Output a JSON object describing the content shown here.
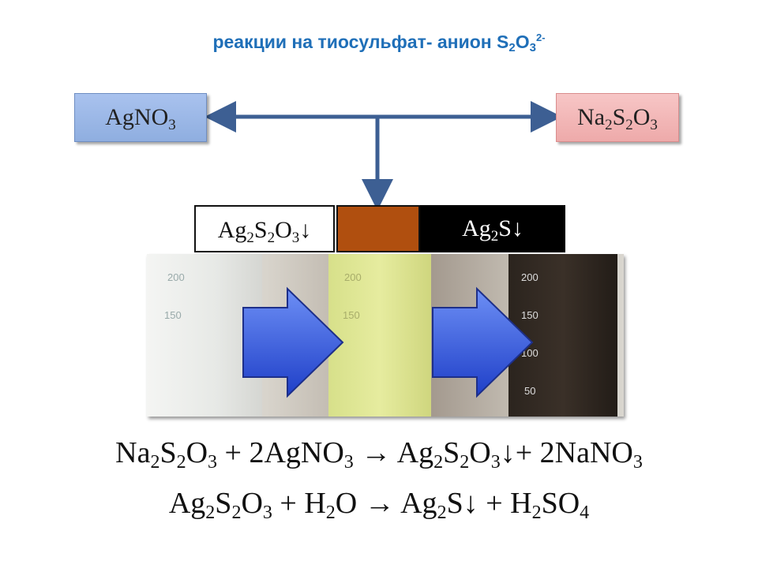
{
  "title": {
    "text": "реакции на тиосульфат- анион S",
    "sub1": "2",
    "o": "O",
    "sub2": "3",
    "sup": "2-"
  },
  "reagents": {
    "left": {
      "a": "AgNO",
      "s1": "3"
    },
    "right": {
      "a": "Na",
      "s1": "2",
      "b": "S",
      "s2": "2",
      "c": "O",
      "s3": "3"
    }
  },
  "products": {
    "p1": {
      "a": "Ag",
      "s1": "2",
      "b": "S",
      "s2": "2",
      "c": "O",
      "s3": "3",
      "d": "↓"
    },
    "p3": {
      "a": "Ag",
      "s1": "2",
      "b": "S↓"
    }
  },
  "beaker_marks": {
    "b1": [
      "200",
      "150"
    ],
    "b2": [
      "200",
      "150"
    ],
    "b3": [
      "200",
      "150",
      "100",
      "50"
    ]
  },
  "equations": {
    "eq1": {
      "t1": "Na",
      "s1": "2",
      "t2": "S",
      "s2": "2",
      "t3": "O",
      "s3": "3",
      "t4": " + 2AgNO",
      "s4": "3",
      "t5": " → Ag",
      "s5": "2",
      "t6": "S",
      "s6": "2",
      "t7": "O",
      "s7": "3",
      "t8": "↓+ 2NaNO",
      "s8": "3"
    },
    "eq2": {
      "t1": "Ag",
      "s1": "2",
      "t2": "S",
      "s2": "2",
      "t3": "O",
      "s3": "3",
      "t4": " + H",
      "s4": "2",
      "t5": "O → Ag",
      "s5": "2",
      "t6": "S↓ + H",
      "s6": "2",
      "t7": "SO",
      "s7": "4"
    }
  },
  "colors": {
    "title": "#1f6fb8",
    "connector": "#3d5f93",
    "arrow": "#2f52d6",
    "mid_precipitate": "#b04f0f"
  },
  "icons": {
    "process_arrows": "block-arrow-right"
  }
}
